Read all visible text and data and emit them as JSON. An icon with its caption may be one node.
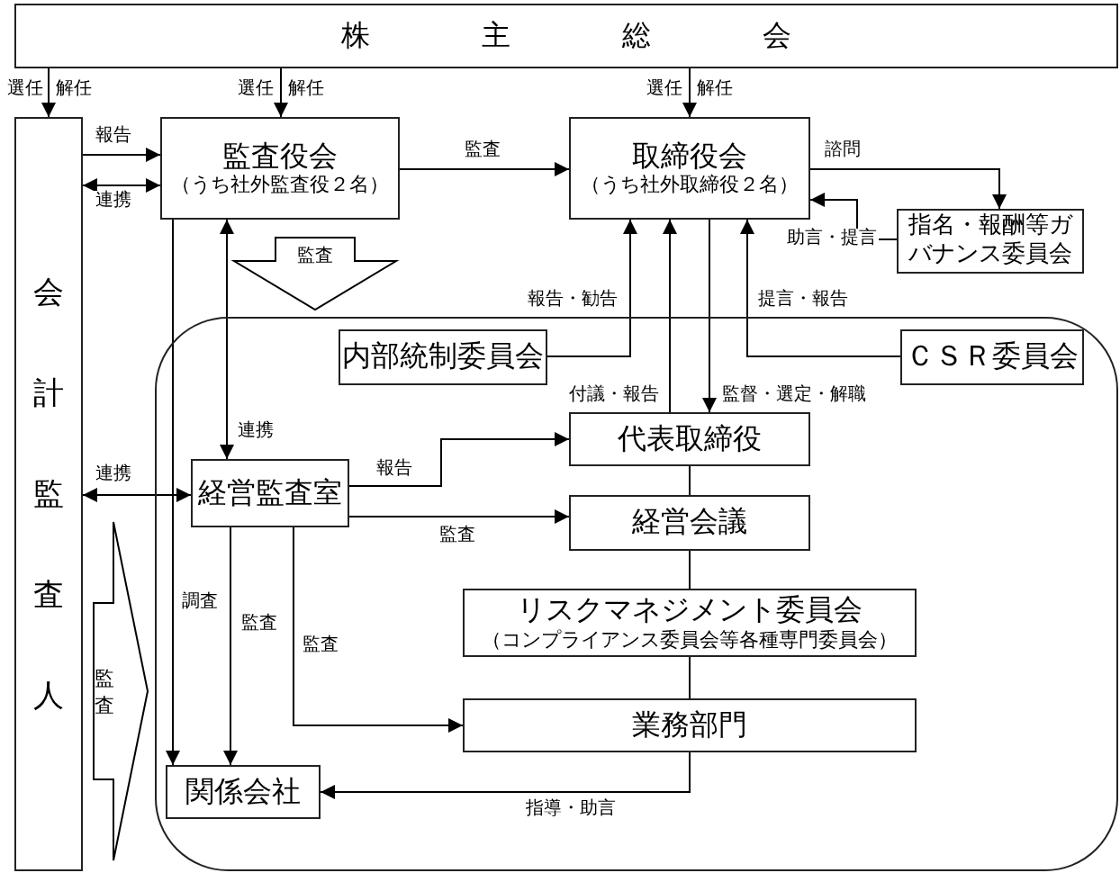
{
  "diagram": {
    "nodes": [
      {
        "text": [
          "株主総会"
        ]
      },
      {
        "text": [
          "会計監査人"
        ]
      },
      {
        "text": [
          "監査役会",
          "（うち社外監査役２名）"
        ]
      },
      {
        "text": [
          "取締役会",
          "（うち社外取締役２名）"
        ]
      },
      {
        "text": [
          "指名・報酬等ガバナンス委員会"
        ]
      },
      {
        "text": [],
        "shape": "box"
      },
      {
        "text": [
          "内部統制委員会"
        ],
        "in": 5
      },
      {
        "text": [
          "ＣＳＲ委員会"
        ],
        "in": 5
      },
      {
        "text": [
          "代表取締役"
        ],
        "in": 5
      },
      {
        "text": [
          "経営監査室"
        ],
        "in": 5
      },
      {
        "text": [
          "経営会議"
        ],
        "in": 5
      },
      {
        "text": [
          "リスクマネジメント委員会",
          "（コンプライアンス委員会等各種専門委員会）"
        ],
        "in": 5
      },
      {
        "text": [
          "業務部門"
        ],
        "in": 5
      },
      {
        "text": [
          "関係会社"
        ],
        "in": 5
      }
    ],
    "edges": [
      {
        "from": 0,
        "to": 1,
        "arrow": "to"
      },
      {
        "from": 0,
        "to": 2,
        "arrow": "to"
      },
      {
        "from": 0,
        "to": 3,
        "arrow": "to"
      },
      {
        "from": 1,
        "to": 2,
        "arrow": "to",
        "label": "報告"
      },
      {
        "from": 1,
        "to": 2,
        "arrow": "both",
        "label": "連携"
      },
      {
        "from": 2,
        "to": 3,
        "arrow": "to",
        "label": "監査"
      },
      {
        "from": 3,
        "to": 4,
        "arrow": "to",
        "label": "諮問"
      },
      {
        "from": 4,
        "to": 3,
        "arrow": "to",
        "label": "助言・提言"
      },
      {
        "from": 6,
        "to": 3,
        "arrow": "to",
        "label": "報告・勧告"
      },
      {
        "from": 8,
        "to": 3,
        "arrow": "to",
        "label": "付議・報告"
      },
      {
        "from": 3,
        "to": 8,
        "arrow": "to",
        "label": "監督・選定・解職"
      },
      {
        "from": 7,
        "to": 3,
        "arrow": "to",
        "label": "提言・報告"
      },
      {
        "from": 9,
        "to": 2,
        "arrow": "both",
        "label": "連携"
      },
      {
        "from": 1,
        "to": 9,
        "arrow": "both",
        "label": "連携"
      },
      {
        "from": 9,
        "to": 8,
        "arrow": "to",
        "label": "報告"
      },
      {
        "from": 9,
        "to": 10,
        "arrow": "to",
        "label": "監査"
      },
      {
        "from": 8,
        "to": 10,
        "arrow": "none"
      },
      {
        "from": 10,
        "to": 11,
        "arrow": "none"
      },
      {
        "from": 11,
        "to": 12,
        "arrow": "none"
      },
      {
        "from": 12,
        "to": 13,
        "arrow": "to",
        "label": "指導・助言"
      },
      {
        "from": 2,
        "to": 13,
        "arrow": "to",
        "label": "調査"
      },
      {
        "from": 9,
        "to": 13,
        "arrow": "to",
        "label": "監査"
      },
      {
        "from": 9,
        "to": 12,
        "arrow": "to",
        "label": "監査"
      },
      {
        "from": 2,
        "to": 5,
        "arrow": "to",
        "label": "監査",
        "style": "thick"
      },
      {
        "from": 1,
        "to": 5,
        "arrow": "to",
        "label": "監査",
        "style": "thick"
      }
    ],
    "labels": [
      "選任",
      "解任",
      "選任",
      "解任",
      "選任",
      "解任"
    ]
  }
}
